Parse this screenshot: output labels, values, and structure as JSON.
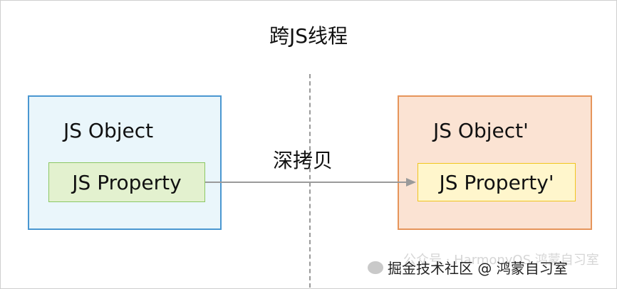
{
  "title": "跨JS线程",
  "left": {
    "object_label": "JS Object",
    "property_label": "JS Property"
  },
  "right": {
    "object_label": "JS Object'",
    "property_label": "JS Property'"
  },
  "arrow_label": "深拷贝",
  "watermark": {
    "ghost_text": "公众号 · HarmonyOS 鸿蒙自习室",
    "text": "掘金技术社区 @ 鸿蒙自习室"
  },
  "colors": {
    "left_box_fill": "#eaf6fb",
    "left_box_border": "#4a97d1",
    "left_prop_fill": "#e3f1cf",
    "left_prop_border": "#8cc764",
    "right_box_fill": "#fbe3d3",
    "right_box_border": "#e6955b",
    "right_prop_fill": "#fff6cc",
    "right_prop_border": "#f0c51f",
    "arrow": "#9a9a9a"
  }
}
